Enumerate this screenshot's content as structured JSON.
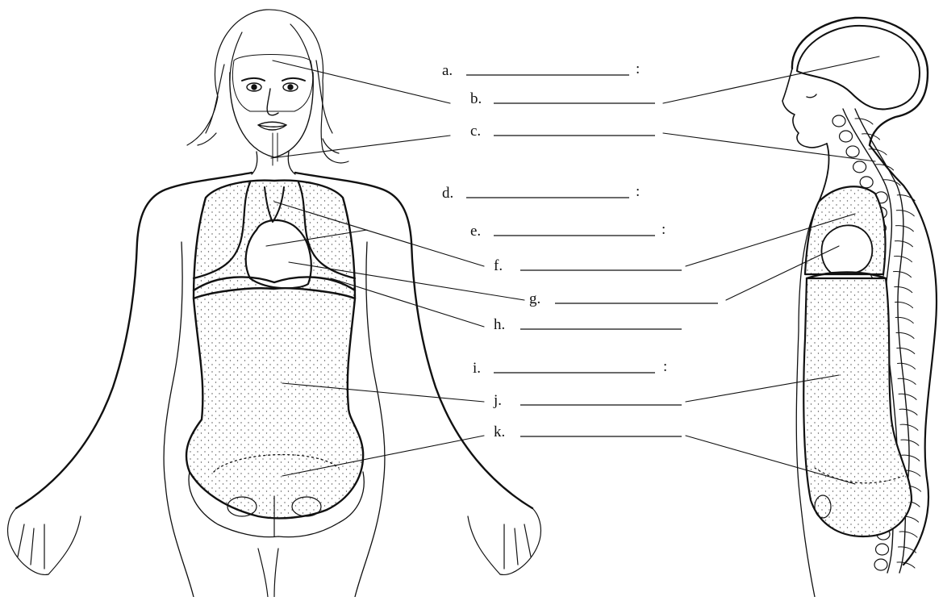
{
  "labels": [
    {
      "letter": "a.",
      "colon": ":"
    },
    {
      "letter": "b.",
      "colon": ""
    },
    {
      "letter": "c.",
      "colon": ""
    },
    {
      "letter": "d.",
      "colon": ":"
    },
    {
      "letter": "e.",
      "colon": ":"
    },
    {
      "letter": "f.",
      "colon": ""
    },
    {
      "letter": "g.",
      "colon": ""
    },
    {
      "letter": "h.",
      "colon": ""
    },
    {
      "letter": "i.",
      "colon": ":"
    },
    {
      "letter": "j.",
      "colon": ""
    },
    {
      "letter": "k.",
      "colon": ""
    }
  ],
  "colors": {
    "ink": "#111111",
    "cavity_fill": "#f3f3f3",
    "stipple": "#555555",
    "paper": "#ffffff"
  }
}
